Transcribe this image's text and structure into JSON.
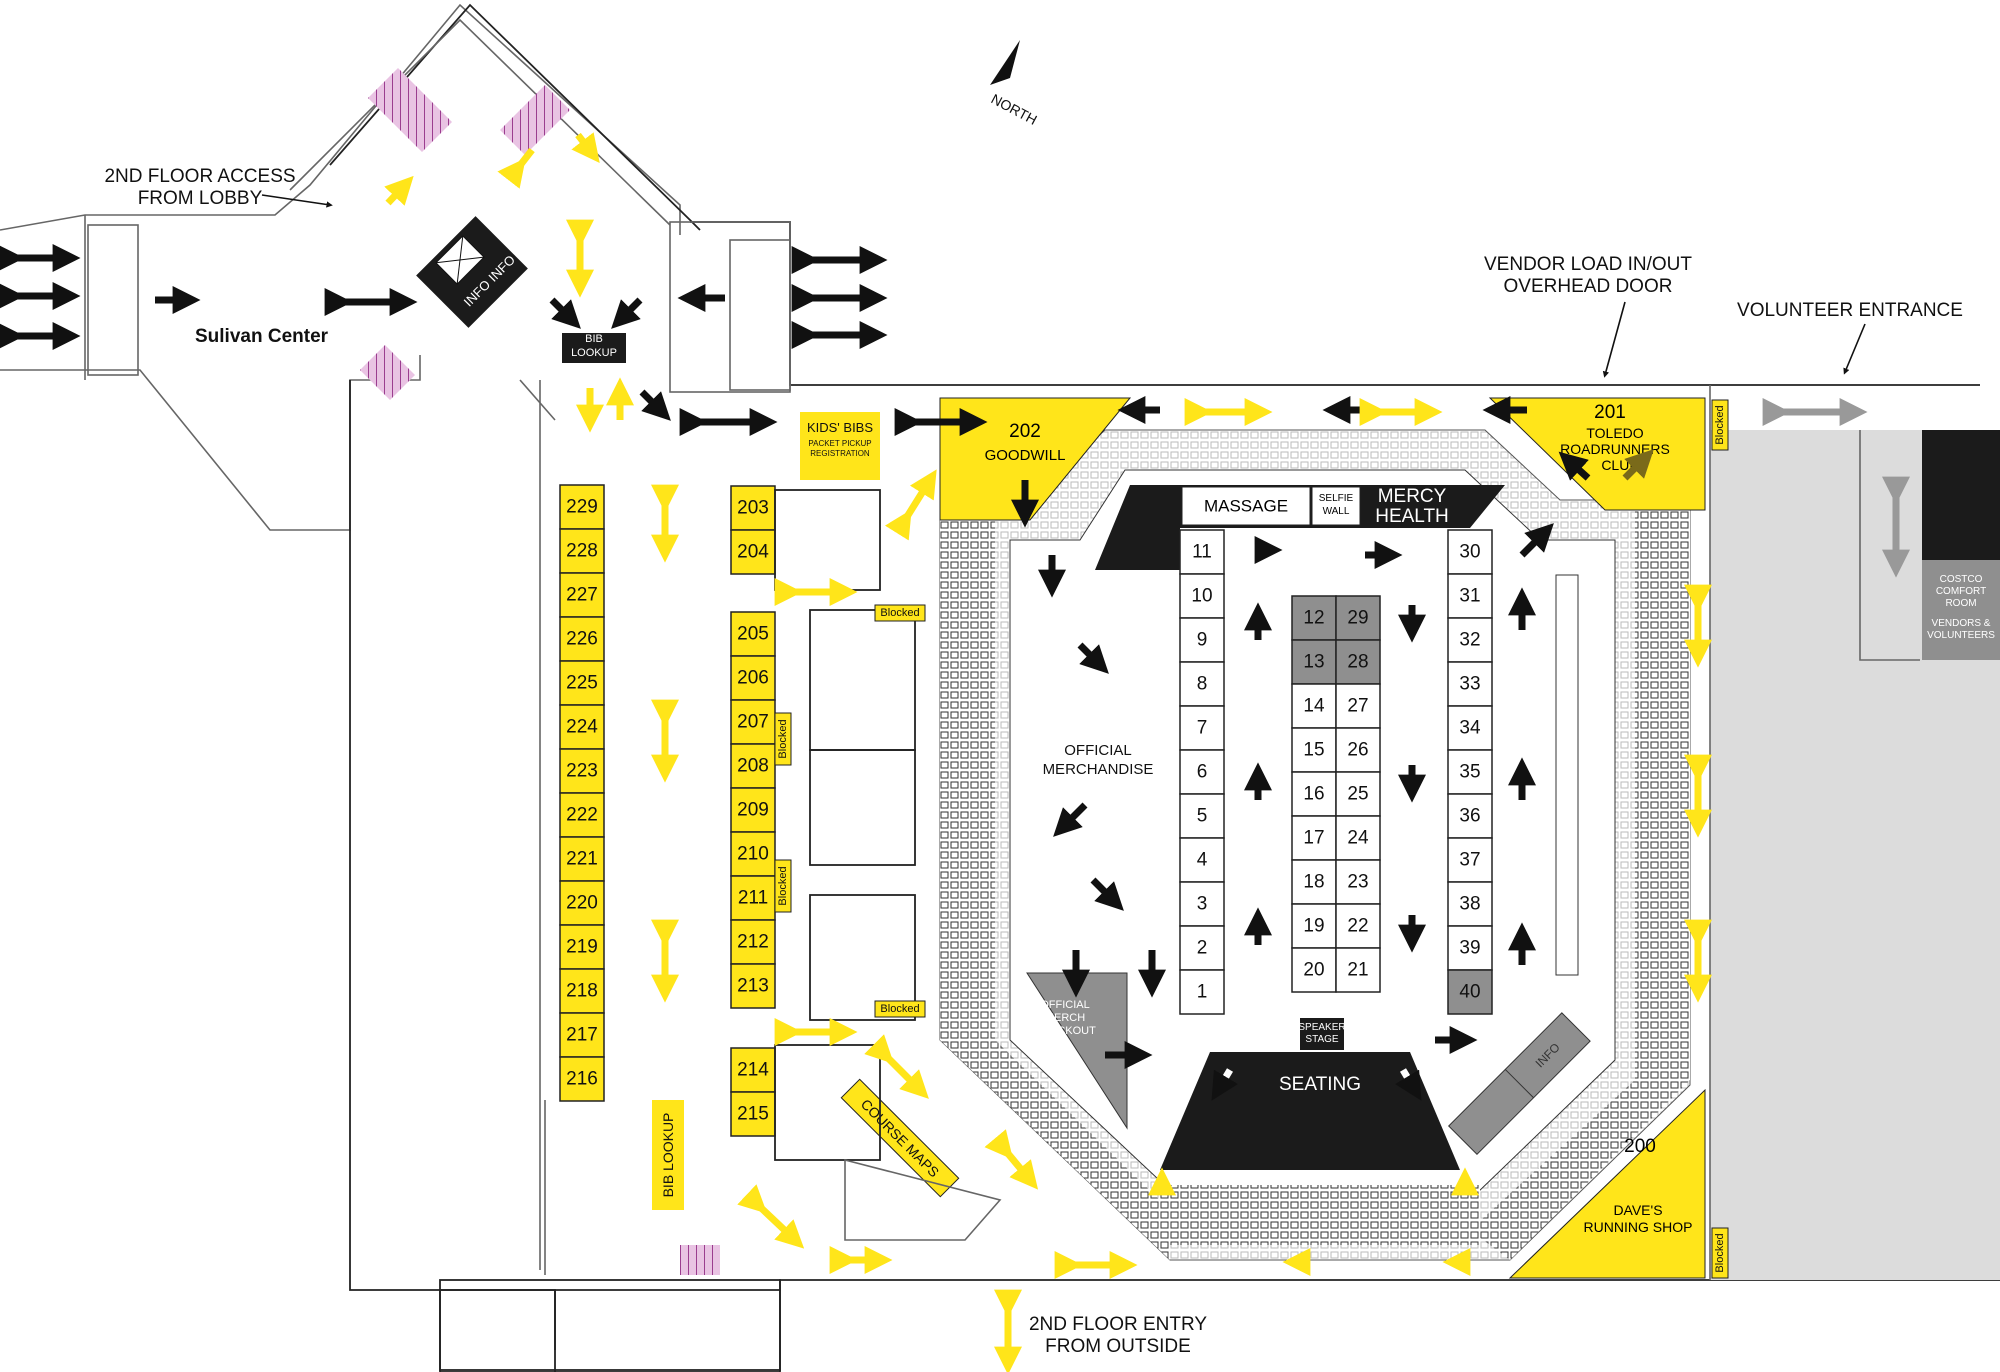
{
  "north_label": "NORTH",
  "callouts": {
    "second_floor_access": [
      "2ND FLOOR ACCESS",
      "FROM LOBBY"
    ],
    "sulivan_center": "Sulivan Center",
    "vendor_door": [
      "VENDOR LOAD IN/OUT",
      "OVERHEAD DOOR"
    ],
    "volunteer_entrance": "VOLUNTEER ENTRANCE",
    "second_floor_entry": [
      "2ND FLOOR ENTRY",
      "FROM OUTSIDE"
    ]
  },
  "info_kiosk": {
    "left": "INFO",
    "right": "INFO"
  },
  "bib_lookup_top": [
    "BIB",
    "LOOKUP"
  ],
  "bib_lookup_side": "BIB LOOKUP",
  "kids_bibs": {
    "title": "KIDS' BIBS",
    "sub1": "PACKET PICKUP",
    "sub2": "REGISTRATION"
  },
  "course_maps": "COURSE MAPS",
  "sponsors": {
    "goodwill": {
      "number": "202",
      "name": "GOODWILL"
    },
    "toledo": {
      "number": "201",
      "name1": "TOLEDO",
      "name2": "ROADRUNNERS",
      "name3": "CLUB"
    },
    "daves": {
      "number": "200",
      "name1": "DAVE'S",
      "name2": "RUNNING SHOP"
    }
  },
  "center_labels": {
    "massage": "MASSAGE",
    "selfie": [
      "SELFIE",
      "WALL"
    ],
    "mercy": [
      "MERCY",
      "HEALTH"
    ],
    "official_merch": [
      "OFFICIAL",
      "MERCHANDISE"
    ],
    "merch_checkout": [
      "OFFICIAL",
      "MERCH",
      "CHECKOUT"
    ],
    "speaker_stage": [
      "SPEAKER",
      "STAGE"
    ],
    "seating": "SEATING",
    "info_box": "INFO"
  },
  "costco": {
    "line1": "COSTCO",
    "line2": "COMFORT",
    "line3": "ROOM",
    "line4": "VENDORS &",
    "line5": "VOLUNTEERS"
  },
  "blocked_label": "Blocked",
  "hallway_booths": {
    "col_216_229": [
      "229",
      "228",
      "227",
      "226",
      "225",
      "224",
      "223",
      "222",
      "221",
      "220",
      "219",
      "218",
      "217",
      "216"
    ],
    "pairs_203_215": [
      "203",
      "204",
      "205",
      "206",
      "207",
      "208",
      "209",
      "210",
      "211",
      "212",
      "213",
      "214",
      "215"
    ]
  },
  "arena_booths": {
    "left_col": [
      "11",
      "10",
      "9",
      "8",
      "7",
      "6",
      "5",
      "4",
      "3",
      "2",
      "1"
    ],
    "mid_left": [
      "12",
      "13",
      "14",
      "15",
      "16",
      "17",
      "18",
      "19",
      "20"
    ],
    "mid_right": [
      "29",
      "28",
      "27",
      "26",
      "25",
      "24",
      "23",
      "22",
      "21"
    ],
    "right_col": [
      "30",
      "31",
      "32",
      "33",
      "34",
      "35",
      "36",
      "37",
      "38",
      "39",
      "40"
    ],
    "gray": [
      "12",
      "13",
      "28",
      "29",
      "40"
    ]
  }
}
